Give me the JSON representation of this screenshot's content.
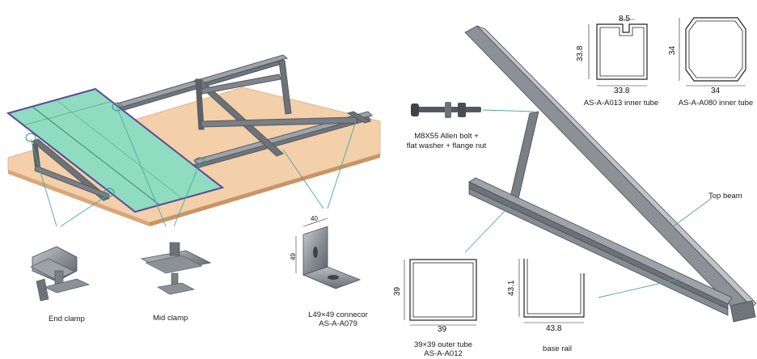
{
  "components": {
    "end_clamp": "End clamp",
    "mid_clamp": "Mid clamp",
    "connector_line1": "L49×49 connecor",
    "connector_line2": "AS-A-A079",
    "connector_dim_top": "40",
    "connector_dim_side": "49"
  },
  "bolt": {
    "line1": "M8X55 Allen bolt +",
    "line2": "flat washer + flange nut"
  },
  "inner_tube_a013": {
    "label": "AS-A-A013 inner tube",
    "width": "33.8",
    "height": "33.8",
    "slot": "8.5"
  },
  "inner_tube_a080": {
    "label": "AS-A-A080 inner tube",
    "width": "34",
    "height": "34"
  },
  "top_beam": "Top beam",
  "outer_tube": {
    "line1": "39×39 outer tube",
    "line2": "AS-A-A012",
    "width": "39",
    "height": "39"
  },
  "base_rail": {
    "label": "base rail",
    "width": "43.8",
    "height": "43.1"
  },
  "colors": {
    "panel": "#8fdcc0",
    "panel_border": "#5a4a9a",
    "ground": "#f3cfaa",
    "metal": "#7a7f86",
    "leader": "#4aa9a0"
  }
}
